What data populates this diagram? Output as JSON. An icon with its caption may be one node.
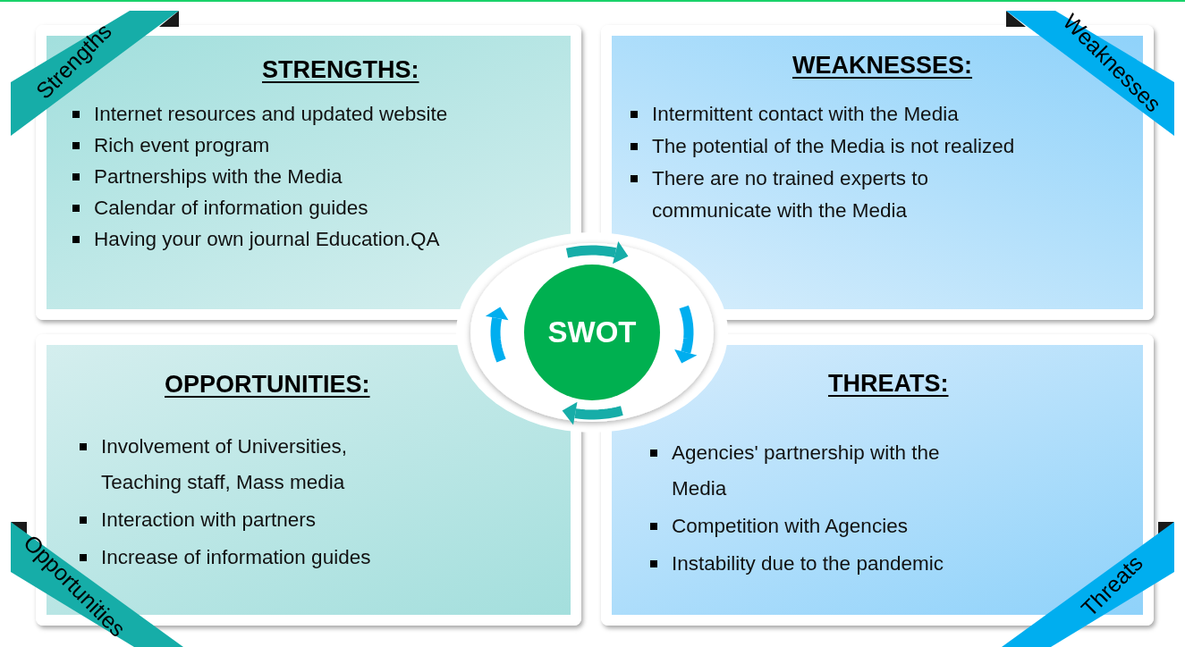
{
  "diagram": {
    "nodes": [
      {
        "text": [
          "Strengths",
          "STRENGTHS:",
          "Internet resources and updated website",
          "Rich event program",
          "Partnerships with the Media",
          "Calendar of information guides",
          "Having your own journal Education.QA"
        ]
      },
      {
        "text": [
          "Weaknesses",
          "WEAKNESSES:",
          "Intermittent contact with the Media",
          "The potential of the Media is not realized",
          "There are no trained experts to communicate with the Media"
        ]
      },
      {
        "text": [
          "Opportunities",
          "OPPORTUNITIES:",
          "Involvement of Universities, Teaching staff, Mass media",
          "Interaction with partners",
          "Increase of information guides"
        ]
      },
      {
        "text": [
          "Threats",
          "THREATS:",
          "Agencies' partnership with the Media",
          "Competition with Agencies",
          "Instability due to the pandemic"
        ]
      },
      {
        "text": [
          "SWOT"
        ]
      }
    ]
  }
}
